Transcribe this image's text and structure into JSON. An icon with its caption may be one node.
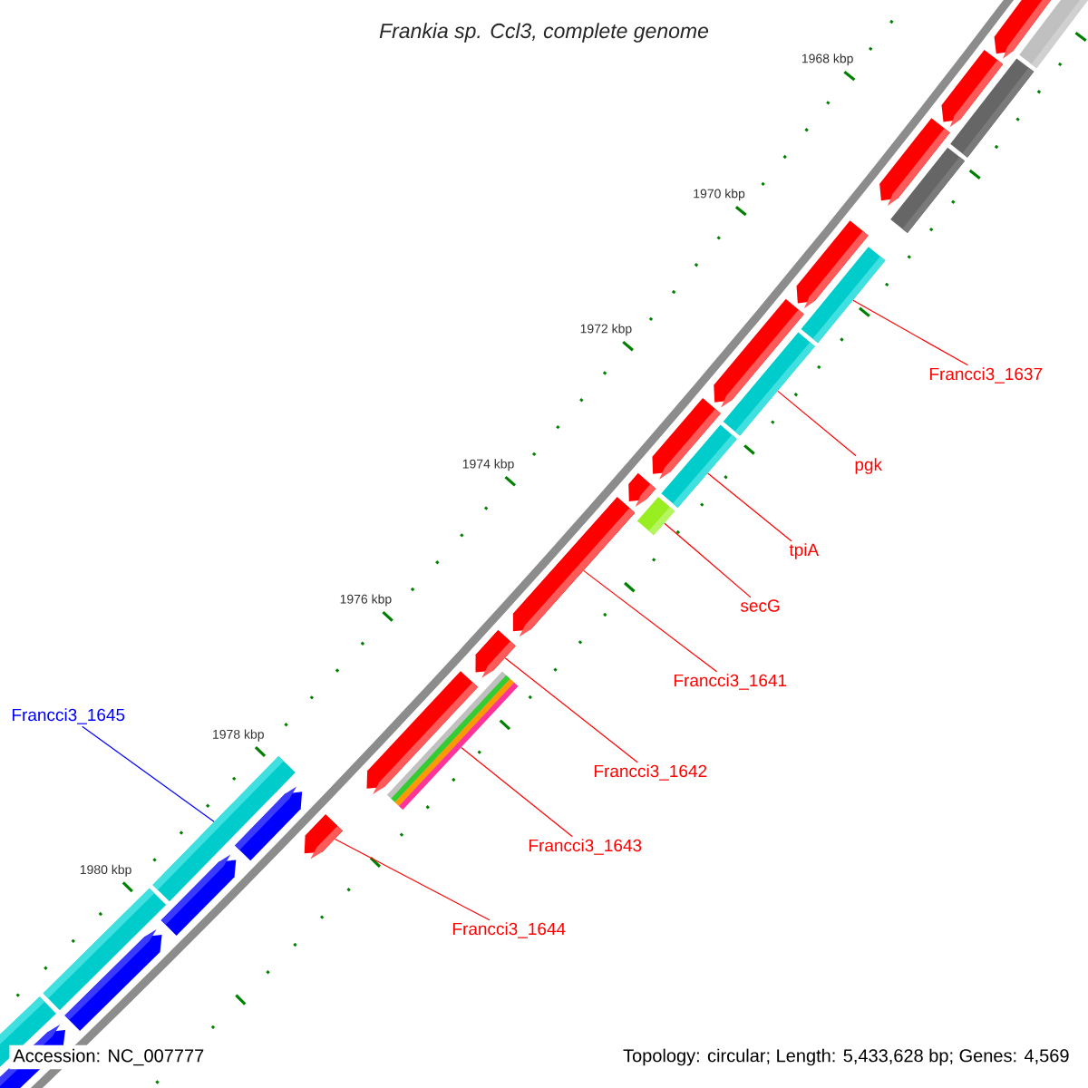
{
  "diagram": {
    "title": "*Frankia sp. Ccl3, complete genome*",
    "nodes": [
      {
        "text": [
          "Francci3_1637"
        ]
      },
      {
        "text": [
          "pgk"
        ]
      },
      {
        "text": [
          "tpiA"
        ]
      },
      {
        "text": [
          "secG"
        ]
      },
      {
        "text": [
          "Francci3_1641"
        ]
      },
      {
        "text": [
          "Francci3_1645"
        ]
      },
      {
        "text": [
          "Francci3_1642"
        ]
      },
      {
        "text": [
          "Francci3_1643"
        ]
      },
      {
        "text": [
          "Francci3_1644"
        ]
      },
      {
        "text": [],
        "shape": "bar"
      },
      {
        "text": [],
        "shape": "bar"
      },
      {
        "text": [],
        "shape": "bar"
      },
      {
        "text": [],
        "shape": "bar"
      },
      {
        "text": [],
        "shape": "bar"
      },
      {
        "text": [],
        "shape": "bar"
      },
      {
        "text": [],
        "shape": "bar"
      },
      {
        "text": [],
        "shape": "bar"
      },
      {
        "text": [],
        "shape": "bar"
      }
    ],
    "edges": [
      {
        "from": 0,
        "to": 9,
        "arrow": "none"
      },
      {
        "from": 1,
        "to": 10,
        "arrow": "none"
      },
      {
        "from": 2,
        "to": 11,
        "arrow": "none"
      },
      {
        "from": 3,
        "to": 12,
        "arrow": "none"
      },
      {
        "from": 4,
        "to": 13,
        "arrow": "none"
      },
      {
        "from": 5,
        "to": 14,
        "arrow": "none",
        "color": "#0000ff"
      },
      {
        "from": 6,
        "to": 15,
        "arrow": "none"
      },
      {
        "from": 7,
        "to": 16,
        "arrow": "none"
      },
      {
        "from": 8,
        "to": 17,
        "arrow": "none"
      }
    ],
    "labels": [
      "1968 kbp",
      "1970 kbp",
      "1972 kbp",
      "1974 kbp",
      "1976 kbp",
      "1978 kbp",
      "1980 kbp",
      "Accession: NC_007777",
      "Topology: circular; Length: 5,433,628 bp; Genes: 4,569"
    ]
  }
}
